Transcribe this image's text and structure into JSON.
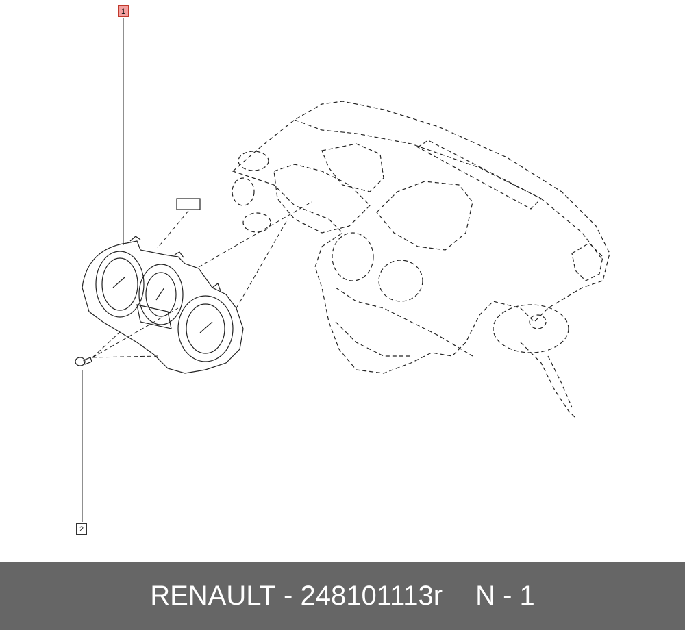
{
  "callouts": [
    {
      "number": "1",
      "highlighted": true
    },
    {
      "number": "2",
      "highlighted": false
    }
  ],
  "footer": {
    "brand": "RENAULT",
    "dash": "-",
    "part_number": "248101113r",
    "qty": "N - 1"
  },
  "colors": {
    "footer_bg": "#666666",
    "highlight": "#f4a0a0",
    "line": "#222222"
  }
}
